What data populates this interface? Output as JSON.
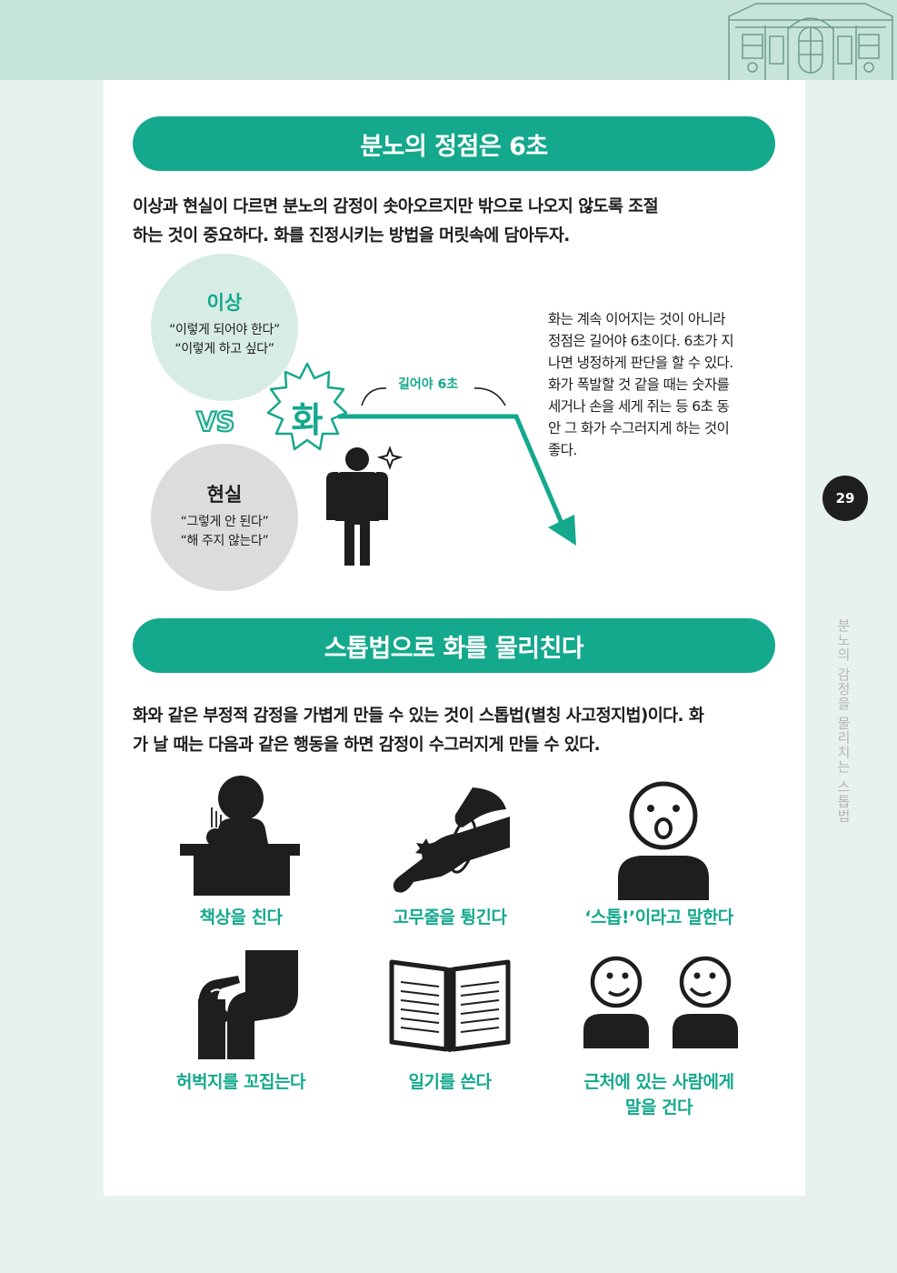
{
  "header": {
    "building_icon": "building-illustration"
  },
  "section1": {
    "title": "분노의 정점은 6초",
    "intro_line1": "이상과 현실이 다르면 분노의 감정이 솟아오르지만 밖으로 나오지 않도록 조절",
    "intro_line2": "하는 것이 중요하다. 화를 진정시키는 방법을 머릿속에 담아두자.",
    "ideal": {
      "title": "이상",
      "quote1": "“이렇게 되어야 한다”",
      "quote2": "“이렇게 하고 싶다”"
    },
    "vs": "VS",
    "anger": "화",
    "reality": {
      "title": "현실",
      "quote1": "“그렇게 안 된다”",
      "quote2": "“해 주지 않는다”"
    },
    "peak_label": "길어야 6초",
    "desc_lines": [
      "화는 계속 이어지는 것이 아니라",
      "정점은 길어야 6초이다. 6초가 지",
      "나면 냉정하게 판단을 할 수 있다.",
      "화가 폭발할 것 같을 때는 숫자를",
      "세거나 손을 세게 쥐는 등 6초 동",
      "안 그 화가 수그러지게 하는 것이",
      "좋다."
    ]
  },
  "section2": {
    "title": "스톱법으로 화를 물리친다",
    "intro_line1": "화와 같은 부정적 감정을 가볍게 만들 수 있는 것이 스톱법(별칭 사고정지법)이다. 화",
    "intro_line2": "가 날 때는 다음과 같은 행동을 하면 감정이 수그러지게 만들 수 있다.",
    "methods": [
      {
        "label": "책상을 친다",
        "icon": "desk-hit-icon"
      },
      {
        "label": "고무줄을 튕긴다",
        "icon": "rubber-band-icon"
      },
      {
        "label": "‘스톱!’이라고 말한다",
        "icon": "say-stop-icon"
      },
      {
        "label": "허벅지를 꼬집는다",
        "icon": "thigh-pinch-icon"
      },
      {
        "label": "일기를 쓴다",
        "icon": "diary-icon"
      },
      {
        "label": "근처에 있는 사람에게",
        "label2": "말을 건다",
        "icon": "talk-people-icon"
      }
    ]
  },
  "sidebar": {
    "page_number": "29",
    "chapter_title": "분노의 감정을 물리치는 스톱법"
  },
  "colors": {
    "accent": "#14a88c",
    "ideal_bg": "#d7ece4",
    "reality_bg": "#dcdcdc",
    "band": "#c6e4d8"
  }
}
